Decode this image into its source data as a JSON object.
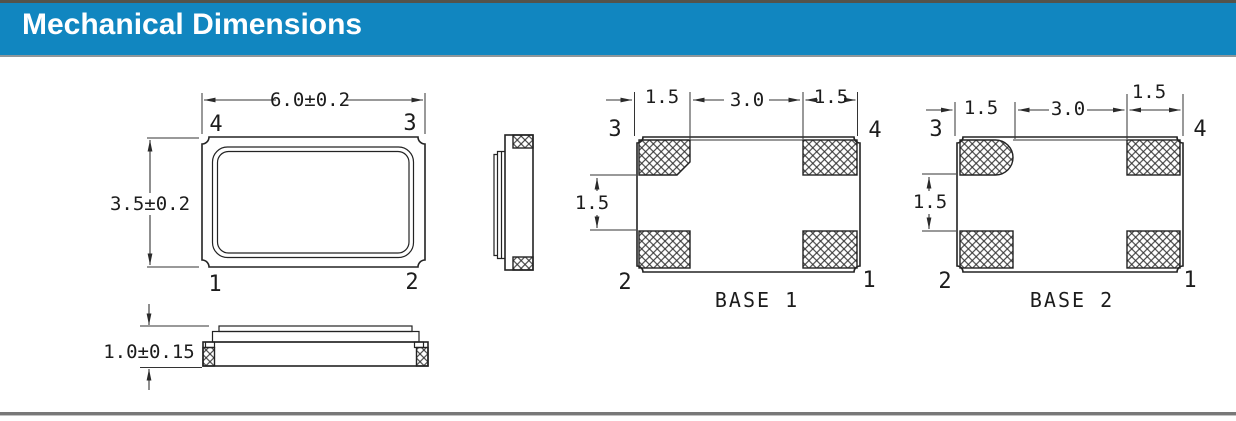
{
  "header": {
    "title": "Mechanical Dimensions",
    "bg_color": "#1186c0",
    "top_border_color": "#53534b",
    "text_color": "#ffffff"
  },
  "drawing": {
    "line_color": "#232323",
    "top_view": {
      "width_dim": "6.0±0.2",
      "height_dim": "3.5±0.2",
      "pin_top_left": "4",
      "pin_top_right": "3",
      "pin_bottom_left": "1",
      "pin_bottom_right": "2"
    },
    "front_view": {
      "height_dim": "1.0±0.15"
    },
    "base1": {
      "label": "BASE 1",
      "dim_pad_left": "1.5",
      "dim_center": "3.0",
      "dim_pad_right": "1.5",
      "dim_gap_vertical": "1.5",
      "pin_top_left": "3",
      "pin_top_right": "4",
      "pin_bottom_left": "2",
      "pin_bottom_right": "1"
    },
    "base2": {
      "label": "BASE 2",
      "dim_pad_left": "1.5",
      "dim_center": "3.0",
      "dim_pad_right": "1.5",
      "dim_gap_vertical": "1.5",
      "pin_top_left": "3",
      "pin_top_right": "4",
      "pin_bottom_left": "2",
      "pin_bottom_right": "1"
    }
  }
}
